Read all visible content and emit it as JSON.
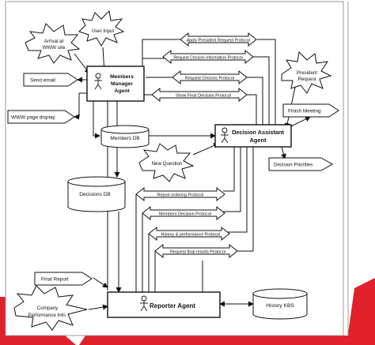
{
  "agents": {
    "members_manager": [
      "Members",
      "Manager",
      "Agent"
    ],
    "decision_assistant": [
      "Decision Assistant",
      "Agent"
    ],
    "reporter": "Reporter Agent"
  },
  "databases": {
    "members_db": "Members DB",
    "decisions_db": "Decisions DB",
    "history_kbs": "History KBS"
  },
  "protocols": {
    "apply_president_request": "Apply President Request Protocol",
    "request_choices_information": "Request Choices Information Protocol",
    "request_choices": "Request Choices Protocol",
    "show_final_decision": "Show Final Decision Protocol",
    "report_ordering": "Report ordering Protocol",
    "members_decision": "Members Decision Protocol",
    "history_performance": "History & performance Protocol",
    "request_final_results": "Request final results Protocol"
  },
  "events": {
    "user_input": "User Input",
    "arrival_at_www_site": [
      "Arrival at",
      "WWW site"
    ],
    "new_question": "New Question",
    "president_request": [
      "President",
      "Request"
    ],
    "company_performance_info": [
      "Company",
      "Performance Info."
    ]
  },
  "outputs": {
    "send_email": "Send email",
    "www_page_display": "WWW page display",
    "finish_meeting": "Finish Meeting",
    "decision_priorities": "Decision Priorities",
    "final_report": "Final Report"
  },
  "colors": {
    "line": "#111111",
    "accent_red": "#e0202a",
    "border_gray": "#9a9a9a"
  }
}
